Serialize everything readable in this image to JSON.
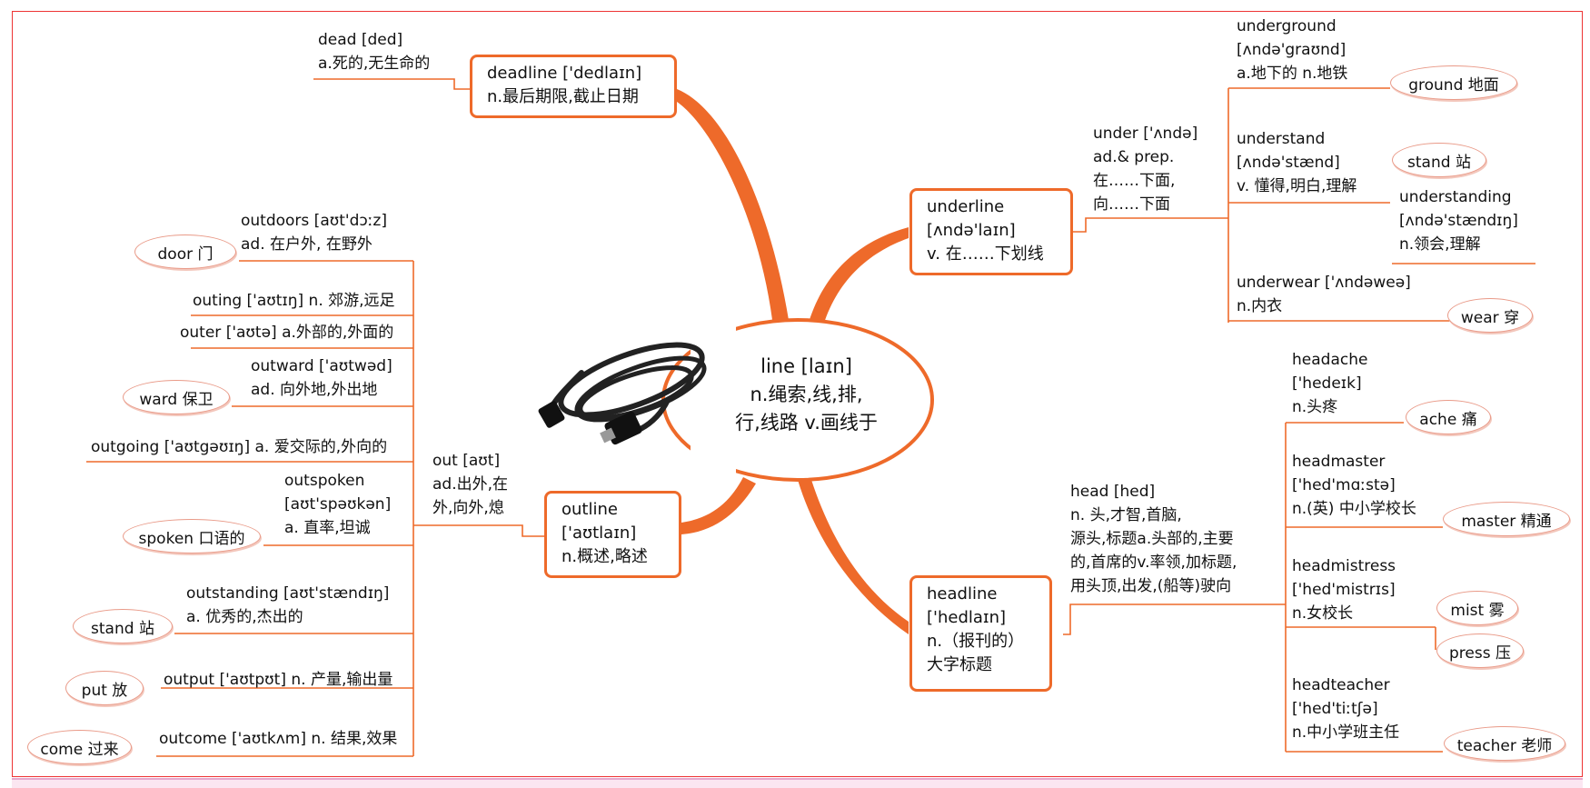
{
  "center": {
    "word": "line [laɪn]",
    "meaning1": "n.绳索,线,排,",
    "meaning2": "行,线路 v.画线于",
    "icon": "cable-icon"
  },
  "branches": {
    "deadline": {
      "title": "deadline ['dedlaɪn]",
      "meaning": "n.最后期限,截止日期",
      "parts": [
        {
          "word": "dead [ded]",
          "meaning": "a.死的,无生命的"
        }
      ]
    },
    "underline": {
      "title": "underline",
      "phonetic": "[ʌndə'laɪn]",
      "meaning": "v. 在……下划线",
      "root": {
        "line1": "under ['ʌndə]",
        "line2": "ad.& prep.",
        "line3": "在……下面,",
        "line4": "向……下面"
      },
      "words": [
        {
          "line1": "underground",
          "line2": "[ʌndə'graʊnd]",
          "line3": "a.地下的 n.地铁",
          "pill": "ground 地面"
        },
        {
          "line1": "understand",
          "line2": "[ʌndə'stænd]",
          "line3": "v. 懂得,明白,理解",
          "pill": "stand 站",
          "sub": {
            "line1": "understanding",
            "line2": "[ʌndə'stændɪŋ]",
            "line3": "n.领会,理解"
          }
        },
        {
          "line1": "underwear ['ʌndəweə]",
          "line2": "n.内衣",
          "pill": "wear 穿"
        }
      ]
    },
    "outline": {
      "title": "outline",
      "phonetic": "['aʊtlaɪn]",
      "meaning": "n.概述,略述",
      "root": {
        "line1": "out [aʊt]",
        "line2": "ad.出外,在",
        "line3": "外,向外,熄"
      },
      "words": [
        {
          "line1": "outdoors [aʊt'dɔːz]",
          "line2": "ad. 在户外, 在野外",
          "pill": "door 门"
        },
        {
          "line1": "outing ['aʊtɪŋ] n. 郊游,远足"
        },
        {
          "line1": "outer ['aʊtə] a.外部的,外面的"
        },
        {
          "line1": "outward ['aʊtwəd]",
          "line2": "ad. 向外地,外出地",
          "pill": "ward 保卫"
        },
        {
          "line1": "outgoing ['aʊtgəʊɪŋ] a.  爱交际的,外向的"
        },
        {
          "line1": "outspoken",
          "line2": "[aʊt'spəʊkən]",
          "line3": "a. 直率,坦诚",
          "pill": "spoken 口语的"
        },
        {
          "line1": "outstanding [aʊt'stændɪŋ]",
          "line2": "a. 优秀的,杰出的",
          "pill": "stand 站"
        },
        {
          "line1": "output ['aʊtpʊt] n. 产量,输出量",
          "pill": "put 放"
        },
        {
          "line1": "outcome ['aʊtkʌm] n. 结果,效果",
          "pill": "come 过来"
        }
      ]
    },
    "headline": {
      "title": "headline",
      "phonetic": "['hedlaɪn]",
      "meaning1": "n.（报刊的）",
      "meaning2": "大字标题",
      "root": {
        "line1": "head [hed]",
        "line2": "n. 头,才智,首脑,",
        "line3": "源头,标题a.头部的,主要",
        "line4": "的,首席的v.率领,加标题,",
        "line5": "用头顶,出发,(船等)驶向"
      },
      "words": [
        {
          "line1": "headache",
          "line2": "['hedeɪk]",
          "line3": "n.头疼",
          "pill": "ache 痛"
        },
        {
          "line1": "headmaster",
          "line2": "['hed'mɑːstə]",
          "line3": "n.(英) 中小学校长",
          "pill": "master 精通"
        },
        {
          "line1": "headmistress",
          "line2": "['hed'mistrɪs]",
          "line3": "n.女校长",
          "pill": "mist 雾",
          "pill2": "press 压"
        },
        {
          "line1": "headteacher",
          "line2": "['hed'tiːtʃə]",
          "line3": "n.中小学班主任",
          "pill": "teacher 老师"
        }
      ]
    }
  },
  "colors": {
    "accent": "#ee6a2a",
    "frame": "#ee3333",
    "pill_border": "#e99a88"
  }
}
